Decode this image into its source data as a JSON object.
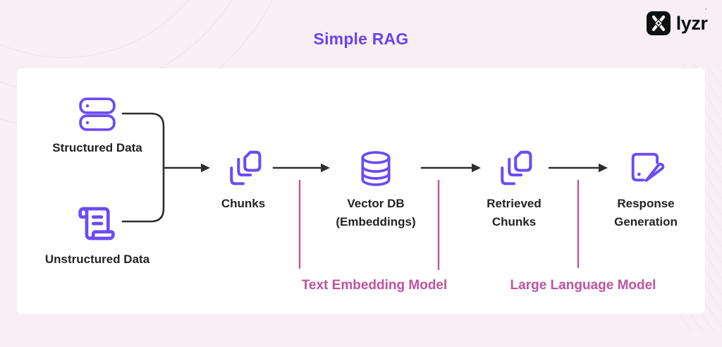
{
  "header": {
    "title": "Simple RAG",
    "brand": {
      "name": "lyzr",
      "trademark": "ʾ"
    }
  },
  "diagram": {
    "sources": [
      {
        "label": "Structured Data",
        "icon": "server-stack-icon"
      },
      {
        "label": "Unstructured Data",
        "icon": "scroll-icon"
      }
    ],
    "stages": [
      {
        "icon": "files-icon",
        "label_lines": [
          "Chunks"
        ]
      },
      {
        "icon": "database-icon",
        "label_lines": [
          "Vector DB",
          "(Embeddings)"
        ]
      },
      {
        "icon": "files-icon",
        "label_lines": [
          "Retrieved",
          "Chunks"
        ]
      },
      {
        "icon": "file-pen-icon",
        "label_lines": [
          "Response",
          "Generation"
        ]
      }
    ],
    "annotations": [
      {
        "label": "Text Embedding Model"
      },
      {
        "label": "Large Language Model"
      }
    ]
  },
  "colors": {
    "background": "#f7eff4",
    "card": "#ffffff",
    "title_purple": "#6c42ee",
    "icon_purple": "#6b4bf5",
    "annotation_pink": "#bd549d",
    "connector_dark": "#2e2e2e",
    "label_dark": "#232323",
    "logo_black": "#101010"
  }
}
